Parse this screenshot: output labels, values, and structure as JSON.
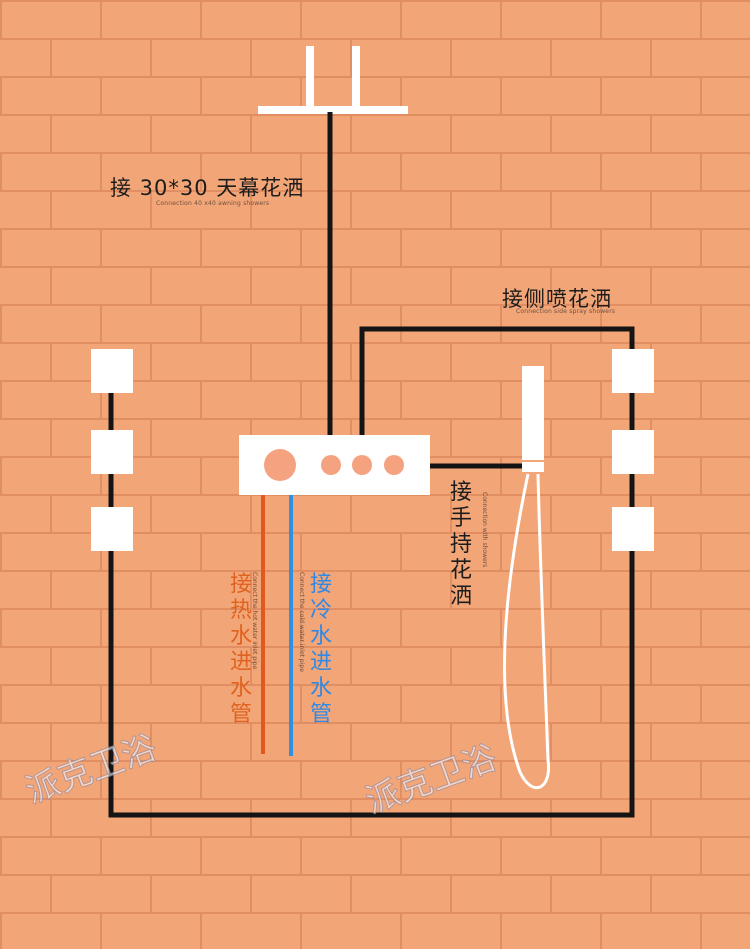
{
  "colors": {
    "wall": "#f2a678",
    "brick_line": "#e08e62",
    "pipe": "#141414",
    "fixture": "#ffffff",
    "valve_knob": "#f5a281",
    "hot_pipe": "#e05a20",
    "cold_pipe": "#2f8fe0",
    "hot_text": "#e0621f",
    "cold_text": "#2f88e6"
  },
  "labels": {
    "overhead": {
      "main": "接 30*30 天幕花洒",
      "sub": "Connection 40 x40 awning showers"
    },
    "side": {
      "main": "接侧喷花洒",
      "sub": "Connection side spray showers"
    },
    "handheld": {
      "main": "接手持花洒",
      "sub": "Connection with showers"
    },
    "hot": {
      "main": "接热水进水管",
      "sub": "Connect the hot water inlet pipe"
    },
    "cold": {
      "main": "接冷水进水管",
      "sub": "Connect the cold water inlet pipe"
    }
  },
  "watermarks": [
    "派克卫浴",
    "派克卫浴"
  ]
}
